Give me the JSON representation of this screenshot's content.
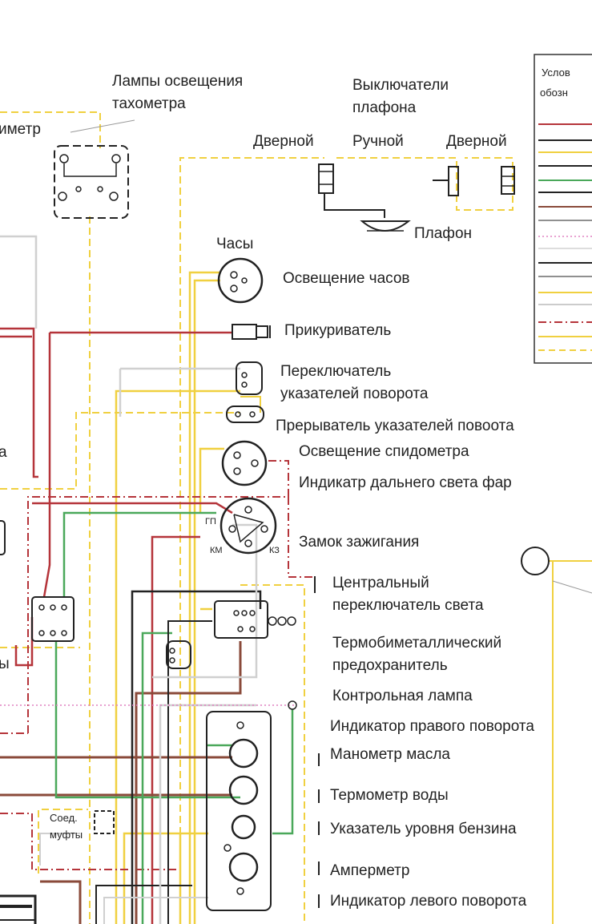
{
  "labels": {
    "tacho_lamps_1": "Лампы освещения",
    "tacho_lamps_2": "тахометра",
    "partial_left": "иметр",
    "switches_1": "Выключатели",
    "switches_2": "плафона",
    "door_left": "Дверной",
    "manual": "Ручной",
    "door_right": "Дверной",
    "plafond": "Плафон",
    "clock": "Часы",
    "clock_light": "Освещение часов",
    "lighter": "Прикуриватель",
    "turn_switch_1": "Переключатель",
    "turn_switch_2": "указателей поворота",
    "turn_breaker": "Прерыватель указателей повоота",
    "speedo_light": "Освещение спидометра",
    "high_beam": "Индикатр дальнего света фар",
    "ignition": "Замок зажигания",
    "central_switch_1": "Центральный",
    "central_switch_2": "переключатель света",
    "fuse_1": "Термобиметаллический",
    "fuse_2": "предохранитель",
    "control_lamp": "Контрольная лампа",
    "right_turn": "Индикатор правого поворота",
    "oil_gauge": "Манометр масла",
    "water_temp": "Термометр воды",
    "fuel_level": "Указатель уровня бензина",
    "ammeter": "Амперметр",
    "left_turn": "Индикатор левого поворота",
    "coupling_1": "Соед.",
    "coupling_2": "муфты",
    "partial_a": "a",
    "partial_y": "ы",
    "legend_1": "Услов",
    "legend_2": "обозн",
    "ign_km": "КМ",
    "ign_kz": "КЗ",
    "ign_top": "ГП"
  },
  "colors": {
    "red": "#b5343a",
    "brown": "#8a4a3a",
    "yellow": "#f0d040",
    "green": "#4aa85a",
    "black": "#222222",
    "gray": "#c8c8c8",
    "pink": "#e080c0"
  }
}
